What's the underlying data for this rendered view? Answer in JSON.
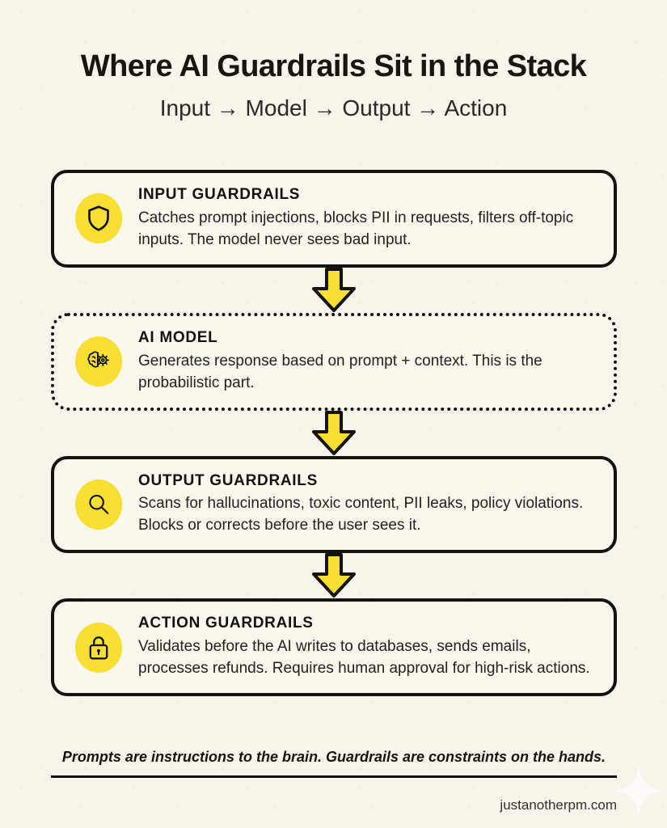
{
  "header": {
    "title": "Where AI Guardrails Sit in the Stack",
    "subtitle": "Input → Model → Output → Action"
  },
  "colors": {
    "background": "#f7f4ec",
    "card_fill": "#faf7ef",
    "accent_yellow": "#f8df34",
    "ink": "#13130d"
  },
  "flow": {
    "steps": [
      {
        "id": "input-guardrails",
        "icon": "shield-icon",
        "title": "INPUT GUARDRAILS",
        "body": "Catches prompt injections, blocks PII in requests, filters off-topic inputs. The model never sees bad input.",
        "border_style": "solid"
      },
      {
        "id": "ai-model",
        "icon": "brain-gear-icon",
        "title": "AI MODEL",
        "body": "Generates response based on prompt + context. This is the probabilistic part.",
        "border_style": "dotted"
      },
      {
        "id": "output-guardrails",
        "icon": "magnifier-icon",
        "title": "OUTPUT GUARDRAILS",
        "body": "Scans for hallucinations, toxic content, PII leaks, policy violations. Blocks or corrects before the user sees it.",
        "border_style": "solid"
      },
      {
        "id": "action-guardrails",
        "icon": "lock-icon",
        "title": "ACTION GUARDRAILS",
        "body": "Validates before the AI writes to databases, sends emails, processes refunds. Requires human approval for high-risk actions.",
        "border_style": "solid"
      }
    ],
    "connector_icon": "down-arrow-icon"
  },
  "footer": {
    "tagline": "Prompts are instructions to the brain. Guardrails are constraints on the hands.",
    "brand": "justanotherpm.com",
    "watermark_icon": "sparkle-icon"
  }
}
